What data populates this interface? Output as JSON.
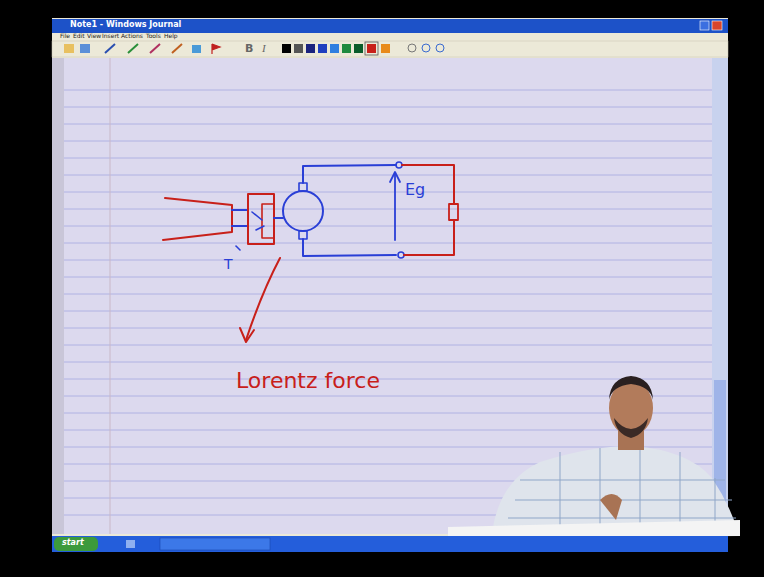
{
  "diagram": {
    "labels": [
      "Note1 - Windows Journal",
      "File",
      "Edit",
      "View",
      "Insert",
      "Actions",
      "Tools",
      "Help",
      "B",
      "I",
      "T",
      "Eg",
      "Lorentz force",
      "start"
    ]
  }
}
